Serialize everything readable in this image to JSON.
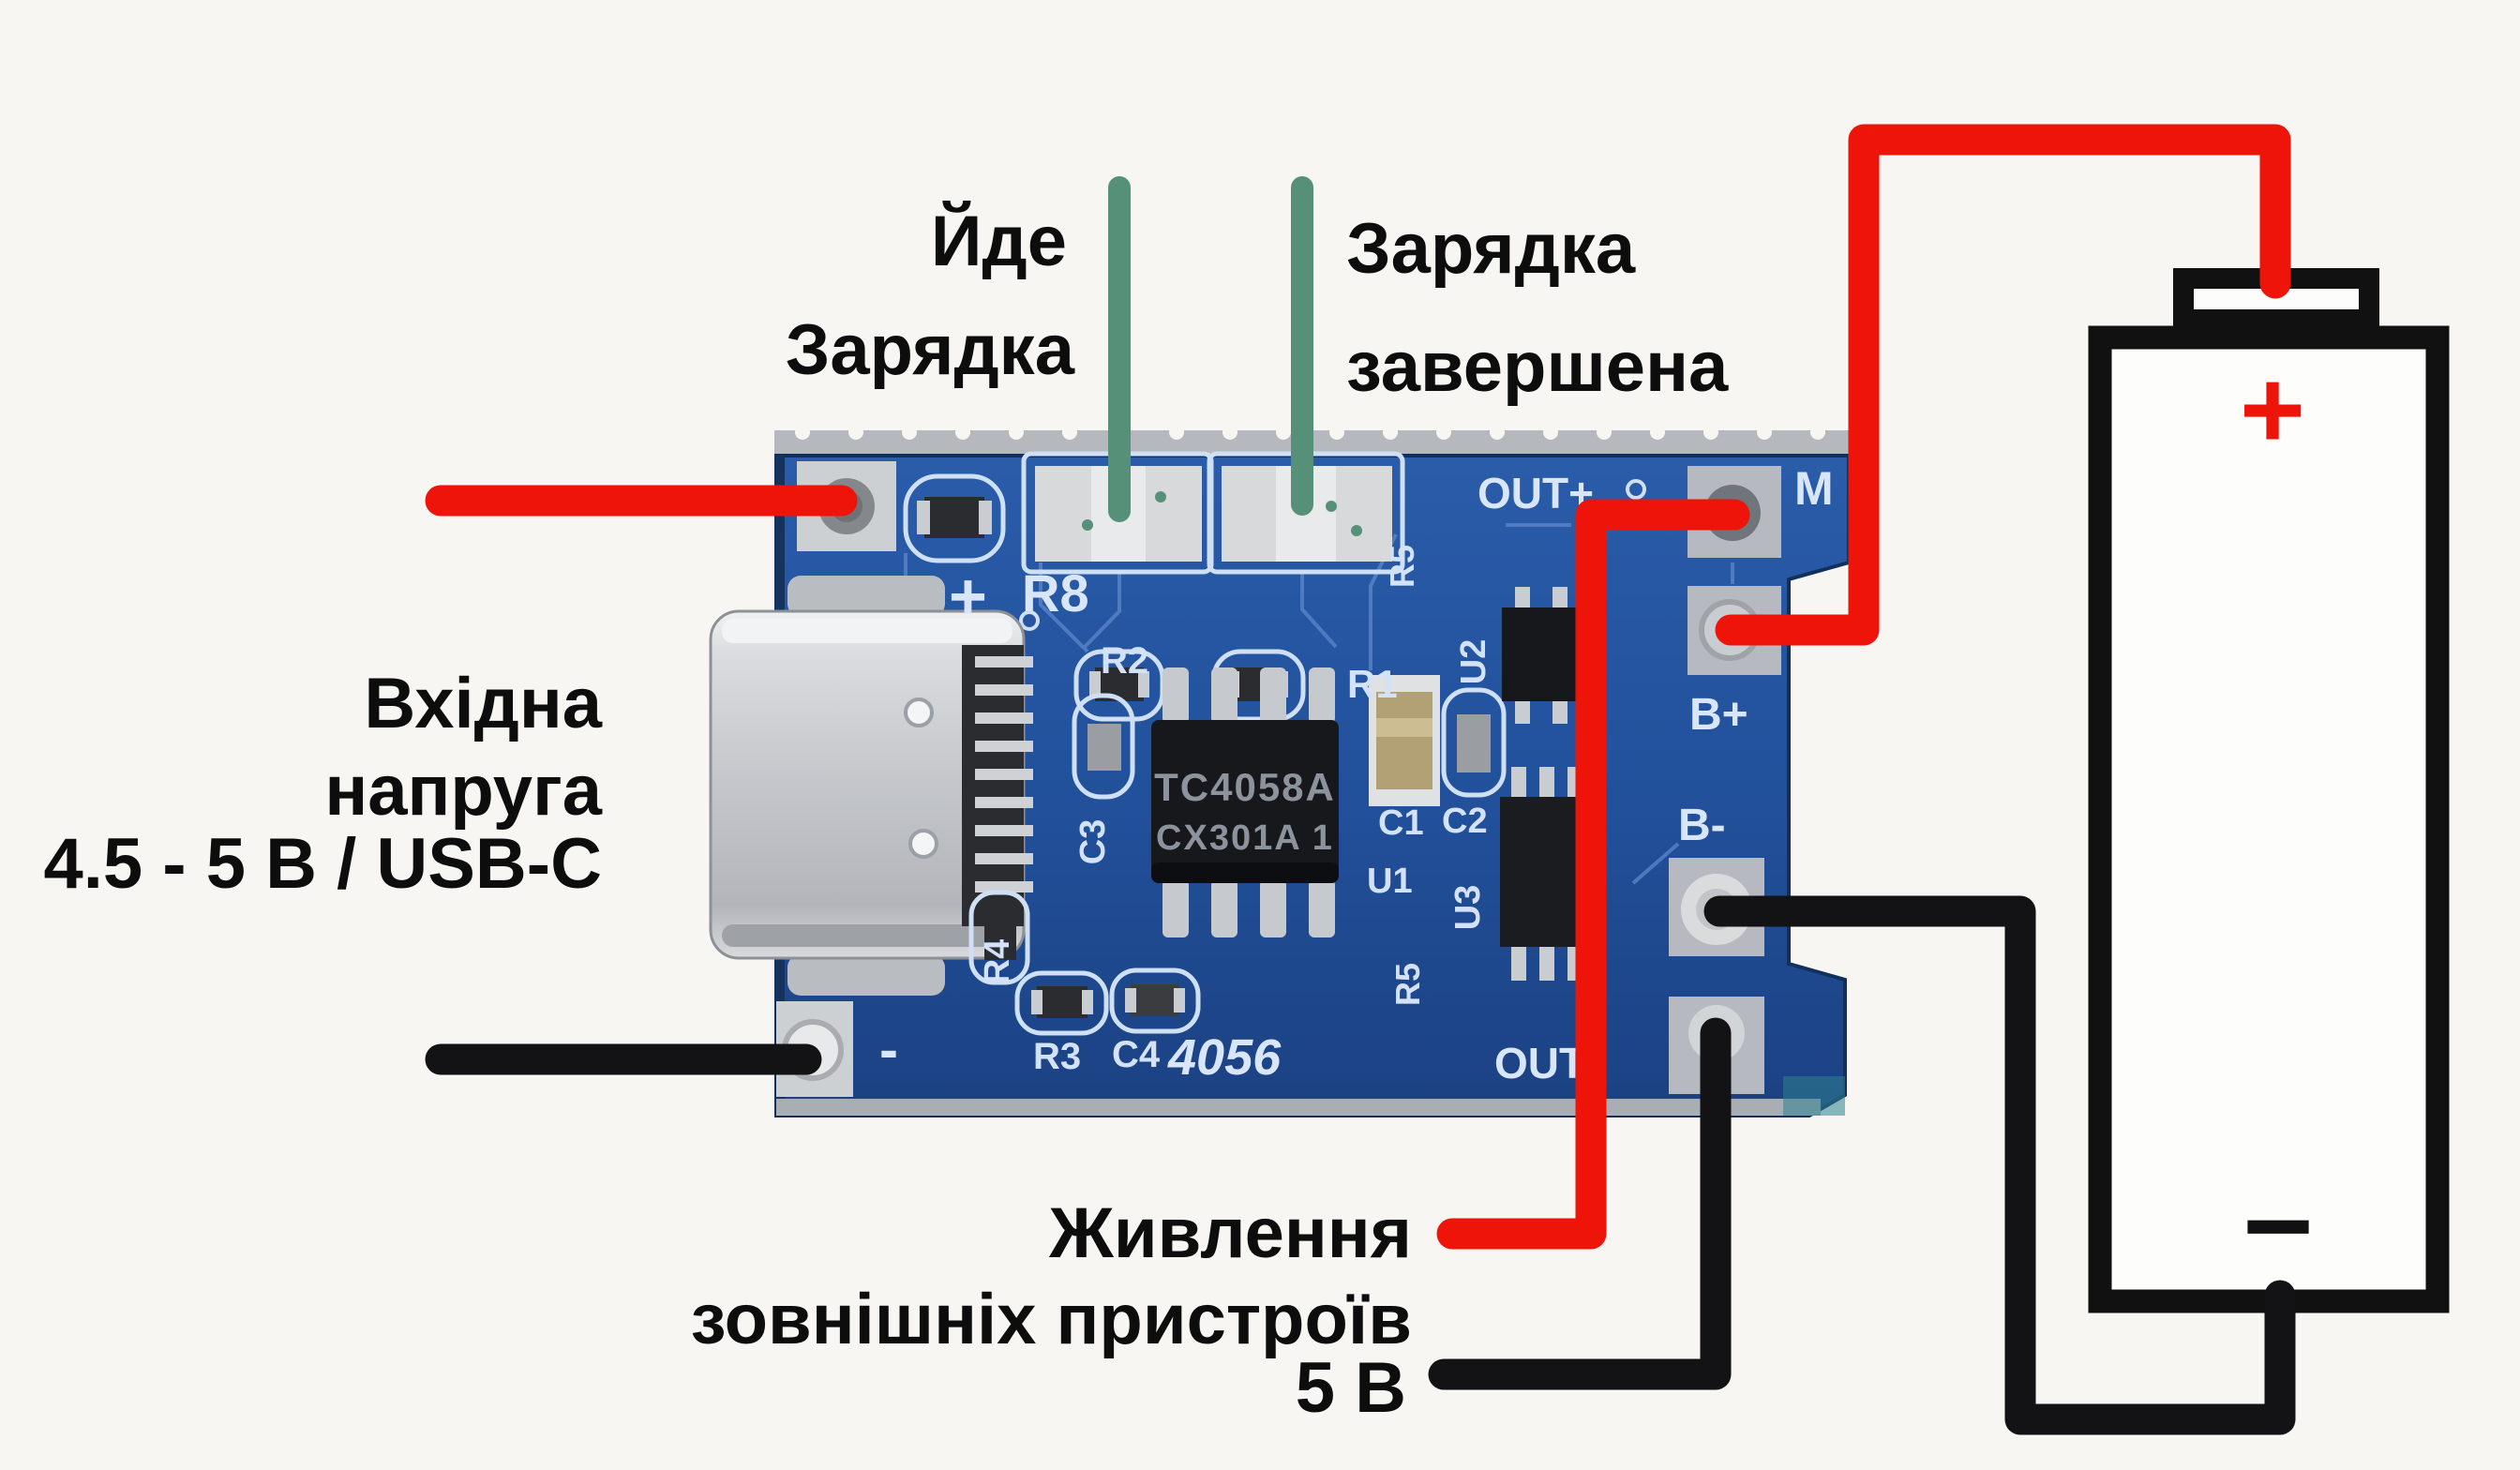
{
  "colors": {
    "background": "#f7f6f3",
    "wire_red": "#ee1409",
    "wire_black": "#131315",
    "pointer_green": "#569079",
    "board_blue": "#2558a4",
    "board_blue_dark": "#1b4384",
    "silkscreen": "#d9e6fa",
    "pad_silver": "#bcc0c5",
    "battery_outline": "#111111"
  },
  "annotations": {
    "charging": {
      "lines": [
        "Йде",
        "Зарядка"
      ]
    },
    "charged": {
      "lines": [
        "Зарядка",
        "завершена"
      ]
    },
    "input": {
      "lines": [
        "Вхідна",
        "напруга",
        "4.5 - 5 В / USB-C"
      ]
    },
    "output": {
      "lines": [
        "Живлення",
        "зовнішніх пристроїв",
        "5 В"
      ]
    }
  },
  "battery": {
    "plus": "+",
    "minus": "−"
  },
  "board": {
    "chip": {
      "line1": "TC4058A",
      "line2": "CX301A 1"
    },
    "silkscreen": {
      "plus": "+",
      "r8": "R8",
      "out_plus": "OUT+",
      "m": "M",
      "b_plus": "B+",
      "b_minus": "B-",
      "out_minus": "OUT-",
      "model": "4056",
      "minus_mark": "-",
      "r1": "R1",
      "r2": "R2",
      "r3": "R3",
      "r4": "R4",
      "r5_top": "R5",
      "r5_bottom": "R5",
      "c1": "C1",
      "c2": "C2",
      "c3": "C3",
      "c4": "C4",
      "u1": "U1",
      "u2": "U2",
      "u3": "U3"
    }
  }
}
